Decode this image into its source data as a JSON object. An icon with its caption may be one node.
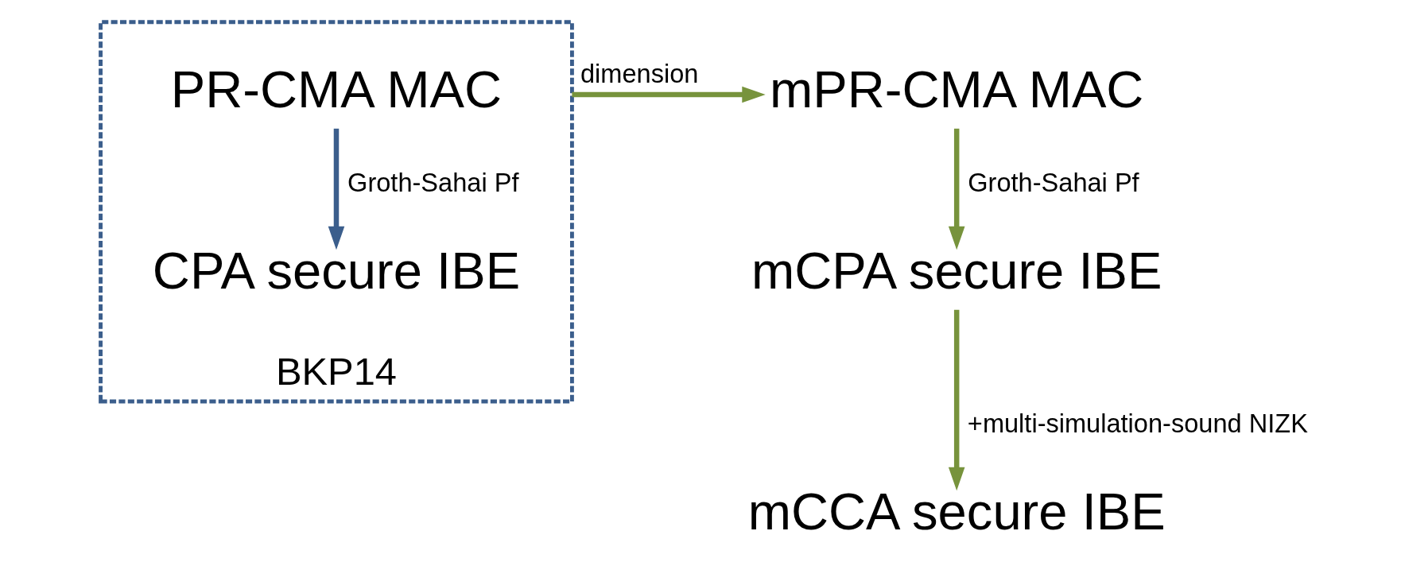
{
  "diagram": {
    "nodes": [
      {
        "text": [
          "BKP14"
        ]
      },
      {
        "text": [
          "PR-CMA MAC"
        ],
        "in": 0
      },
      {
        "text": [
          "CPA secure IBE"
        ],
        "in": 0
      },
      {
        "text": [
          "mPR-CMA MAC"
        ]
      },
      {
        "text": [
          "mCPA secure IBE"
        ]
      },
      {
        "text": [
          "mCCA secure IBE"
        ]
      }
    ],
    "edges": [
      {
        "from": 1,
        "to": 2,
        "arrow": "to",
        "label": "Groth-Sahai Pf",
        "color": "#3b5e8c"
      },
      {
        "from": 0,
        "to": 3,
        "arrow": "to",
        "label": "dimension"
      },
      {
        "from": 3,
        "to": 4,
        "arrow": "to",
        "label": "Groth-Sahai Pf"
      },
      {
        "from": 4,
        "to": 5,
        "arrow": "to",
        "label": "+multi-simulation-sound NIZK"
      }
    ]
  }
}
